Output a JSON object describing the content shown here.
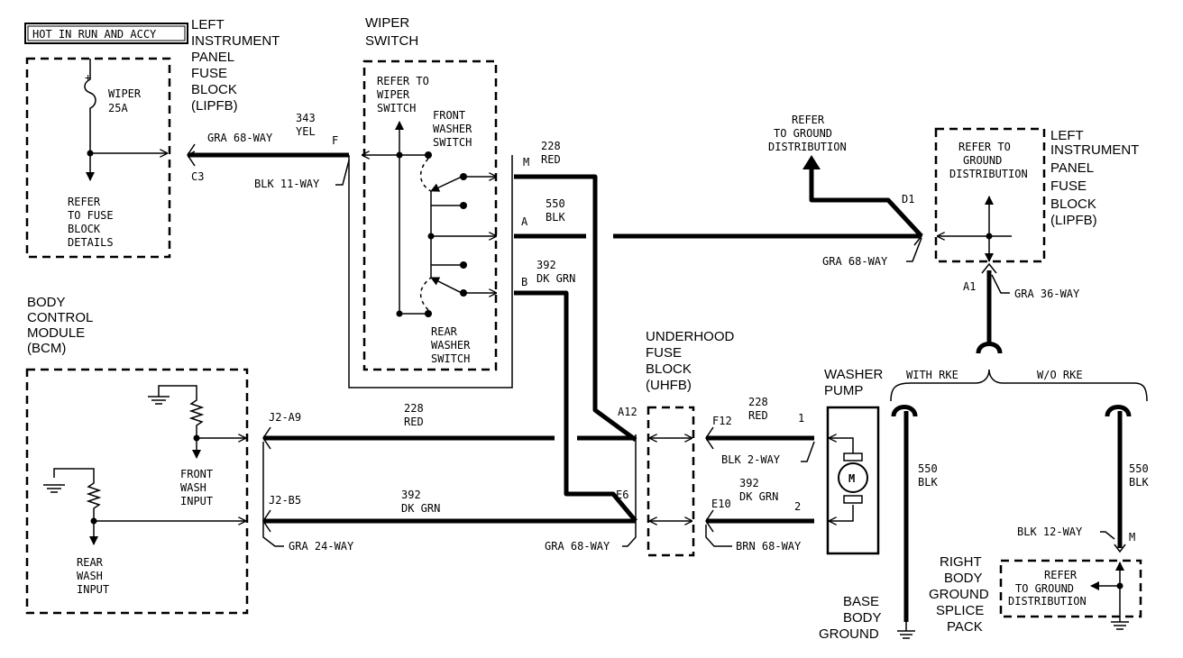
{
  "hot_label": "HOT IN RUN AND ACCY",
  "lipfb_left": {
    "l1": "LEFT",
    "l2": "INSTRUMENT",
    "l3": "PANEL",
    "l4": "FUSE",
    "l5": "BLOCK",
    "l6": "(LIPFB)"
  },
  "fuse": {
    "plus": "+",
    "name": "WIPER",
    "rating": "25A"
  },
  "refer_fuse": {
    "l1": "REFER",
    "l2": "TO FUSE",
    "l3": "BLOCK",
    "l4": "DETAILS"
  },
  "c3": {
    "conn": "GRA 68-WAY",
    "pin": "C3",
    "circuit": "343",
    "color": "YEL",
    "pin2": "F",
    "conn2": "BLK 11-WAY"
  },
  "wiper_switch": {
    "l1": "WIPER",
    "l2": "SWITCH",
    "refer1": "REFER TO",
    "refer2": "WIPER",
    "refer3": "SWITCH",
    "front1": "FRONT",
    "front2": "WASHER",
    "front3": "SWITCH",
    "rear1": "REAR",
    "rear2": "WASHER",
    "rear3": "SWITCH"
  },
  "wire_228_top": {
    "pin": "M",
    "circuit": "228",
    "color": "RED"
  },
  "wire_550_top": {
    "pin": "A",
    "circuit": "550",
    "color": "BLK"
  },
  "wire_392_top": {
    "pin": "B",
    "circuit": "392",
    "color": "DK GRN"
  },
  "refer_ground_top": {
    "l1": "REFER",
    "l2": "TO GROUND",
    "l3": "DISTRIBUTION"
  },
  "d1": {
    "pin": "D1",
    "conn": "GRA 68-WAY"
  },
  "lipfb_right": {
    "refer1": "REFER TO",
    "refer2": "GROUND",
    "refer3": "DISTRIBUTION",
    "l1": "LEFT",
    "l2": "INSTRUMENT",
    "l3": "PANEL",
    "l4": "FUSE",
    "l5": "BLOCK",
    "l6": "(LIPFB)"
  },
  "a1": {
    "pin": "A1",
    "conn": "GRA 36-WAY"
  },
  "bcm": {
    "l1": "BODY",
    "l2": "CONTROL",
    "l3": "MODULE",
    "l4": "(BCM)",
    "front1": "FRONT",
    "front2": "WASH",
    "front3": "INPUT",
    "rear1": "REAR",
    "rear2": "WASH",
    "rear3": "INPUT"
  },
  "j2a9": {
    "pin": "J2-A9",
    "circuit": "228",
    "color": "RED"
  },
  "j2b5": {
    "pin": "J2-B5",
    "circuit": "392",
    "color": "DK GRN",
    "conn": "GRA 24-WAY"
  },
  "uhfb": {
    "l1": "UNDERHOOD",
    "l2": "FUSE",
    "l3": "BLOCK",
    "l4": "(UHFB)",
    "a12": "A12",
    "e6": "E6",
    "conn": "GRA 68-WAY"
  },
  "f12": {
    "pin": "F12",
    "circuit": "228",
    "color": "RED",
    "pin2": "1",
    "conn": "BLK 2-WAY"
  },
  "e10": {
    "pin": "E10",
    "circuit": "392",
    "color": "DK GRN",
    "pin2": "2",
    "conn": "BRN 68-WAY"
  },
  "pump": {
    "l1": "WASHER",
    "l2": "PUMP",
    "motor": "M"
  },
  "rke": {
    "with": "WITH RKE",
    "without": "W/O RKE"
  },
  "wire_550_left": {
    "circuit": "550",
    "color": "BLK"
  },
  "wire_550_right": {
    "circuit": "550",
    "color": "BLK",
    "conn": "BLK 12-WAY",
    "pin": "M"
  },
  "base_ground": {
    "l1": "BASE",
    "l2": "BODY",
    "l3": "GROUND"
  },
  "splice": {
    "l1": "RIGHT",
    "l2": "BODY",
    "l3": "GROUND",
    "l4": "SPLICE",
    "l5": "PACK"
  },
  "refer_ground_bottom": {
    "l1": "REFER",
    "l2": "TO GROUND",
    "l3": "DISTRIBUTION"
  }
}
